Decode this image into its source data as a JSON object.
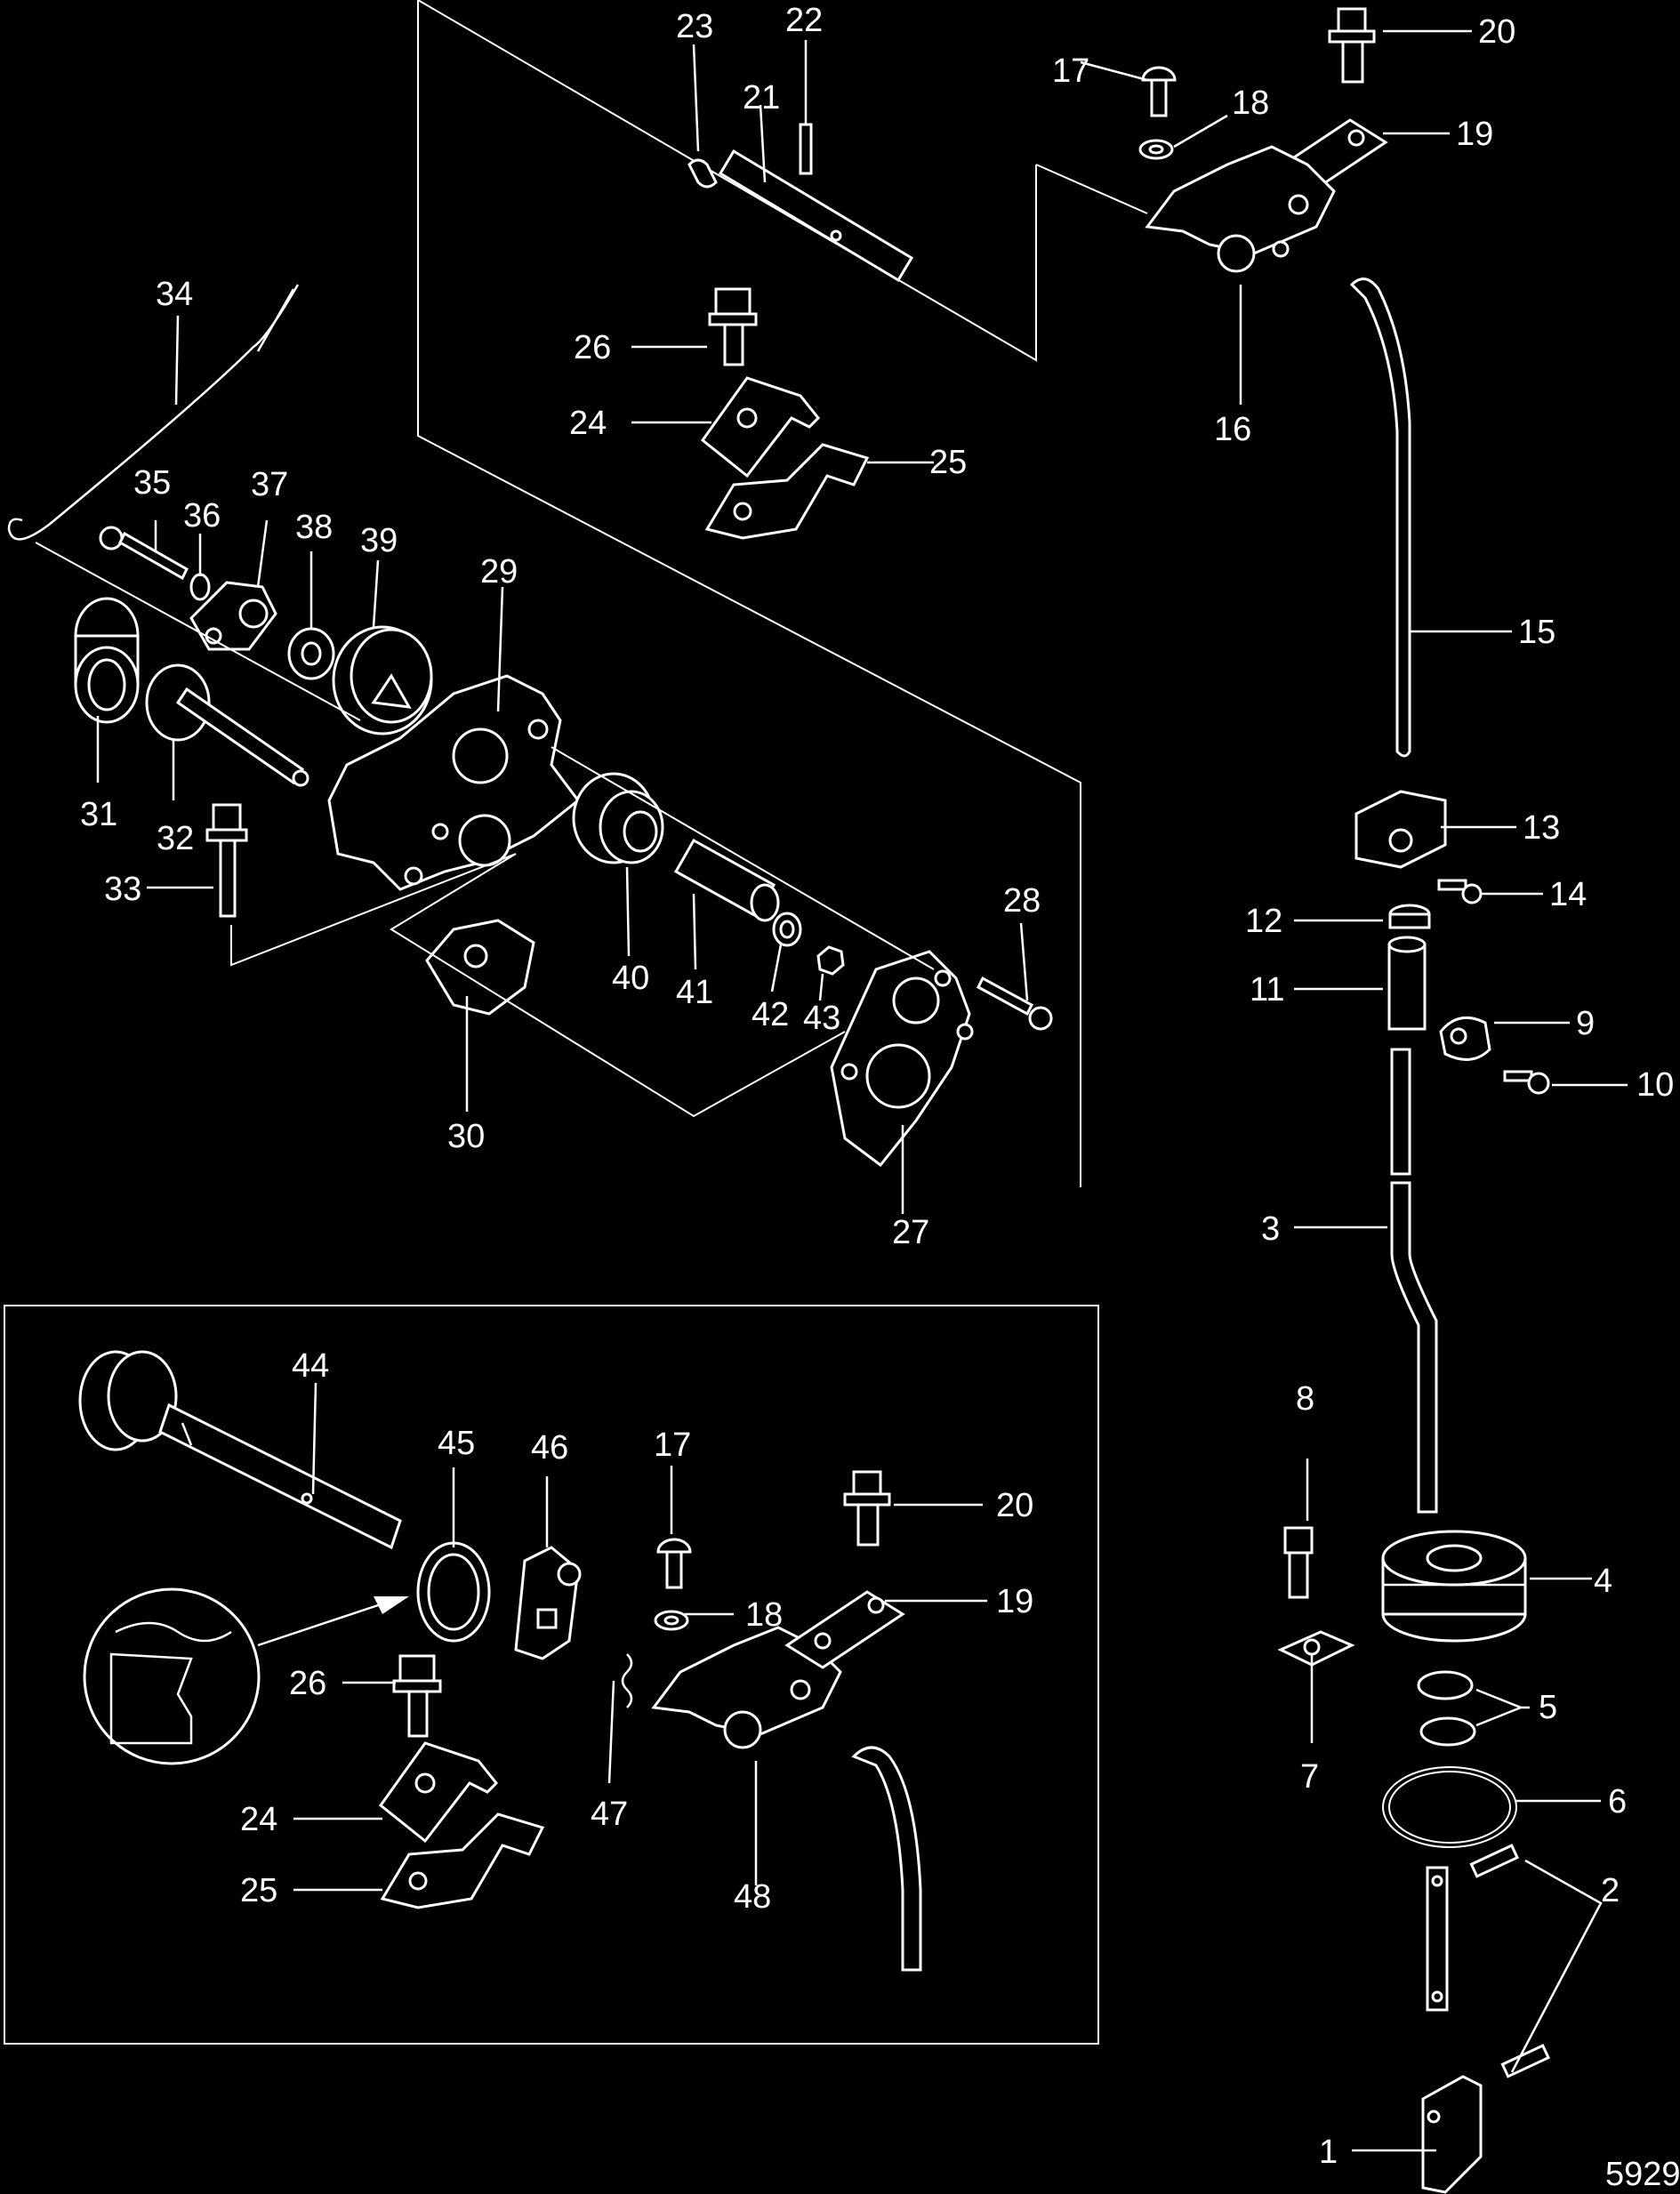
{
  "figure_id": "5929",
  "callouts": [
    {
      "id": "c1",
      "text": "1"
    },
    {
      "id": "c2",
      "text": "2"
    },
    {
      "id": "c3",
      "text": "3"
    },
    {
      "id": "c4",
      "text": "4"
    },
    {
      "id": "c5",
      "text": "5"
    },
    {
      "id": "c6",
      "text": "6"
    },
    {
      "id": "c7",
      "text": "7"
    },
    {
      "id": "c8",
      "text": "8"
    },
    {
      "id": "c9",
      "text": "9"
    },
    {
      "id": "c10",
      "text": "10"
    },
    {
      "id": "c11",
      "text": "11"
    },
    {
      "id": "c12",
      "text": "12"
    },
    {
      "id": "c13",
      "text": "13"
    },
    {
      "id": "c14",
      "text": "14"
    },
    {
      "id": "c15",
      "text": "15"
    },
    {
      "id": "c16",
      "text": "16"
    },
    {
      "id": "c17",
      "text": "17"
    },
    {
      "id": "c18",
      "text": "18"
    },
    {
      "id": "c19",
      "text": "19"
    },
    {
      "id": "c20",
      "text": "20"
    },
    {
      "id": "c21",
      "text": "21"
    },
    {
      "id": "c22",
      "text": "22"
    },
    {
      "id": "c23",
      "text": "23"
    },
    {
      "id": "c24",
      "text": "24"
    },
    {
      "id": "c25",
      "text": "25"
    },
    {
      "id": "c26",
      "text": "26"
    },
    {
      "id": "c27",
      "text": "27"
    },
    {
      "id": "c28",
      "text": "28"
    },
    {
      "id": "c29",
      "text": "29"
    },
    {
      "id": "c30",
      "text": "30"
    },
    {
      "id": "c31",
      "text": "31"
    },
    {
      "id": "c32",
      "text": "32"
    },
    {
      "id": "c33",
      "text": "33"
    },
    {
      "id": "c34",
      "text": "34"
    },
    {
      "id": "c35",
      "text": "35"
    },
    {
      "id": "c36",
      "text": "36"
    },
    {
      "id": "c37",
      "text": "37"
    },
    {
      "id": "c38",
      "text": "38"
    },
    {
      "id": "c39",
      "text": "39"
    },
    {
      "id": "c40",
      "text": "40"
    },
    {
      "id": "c41",
      "text": "41"
    },
    {
      "id": "c42",
      "text": "42"
    },
    {
      "id": "c43",
      "text": "43"
    },
    {
      "id": "c44",
      "text": "44"
    },
    {
      "id": "c45",
      "text": "45"
    },
    {
      "id": "c46",
      "text": "46"
    },
    {
      "id": "c47",
      "text": "47"
    },
    {
      "id": "c48",
      "text": "48"
    },
    {
      "id": "i17",
      "text": "17"
    },
    {
      "id": "i18",
      "text": "18"
    },
    {
      "id": "i19",
      "text": "19"
    },
    {
      "id": "i20",
      "text": "20"
    },
    {
      "id": "i24",
      "text": "24"
    },
    {
      "id": "i25",
      "text": "25"
    },
    {
      "id": "i26",
      "text": "26"
    }
  ]
}
